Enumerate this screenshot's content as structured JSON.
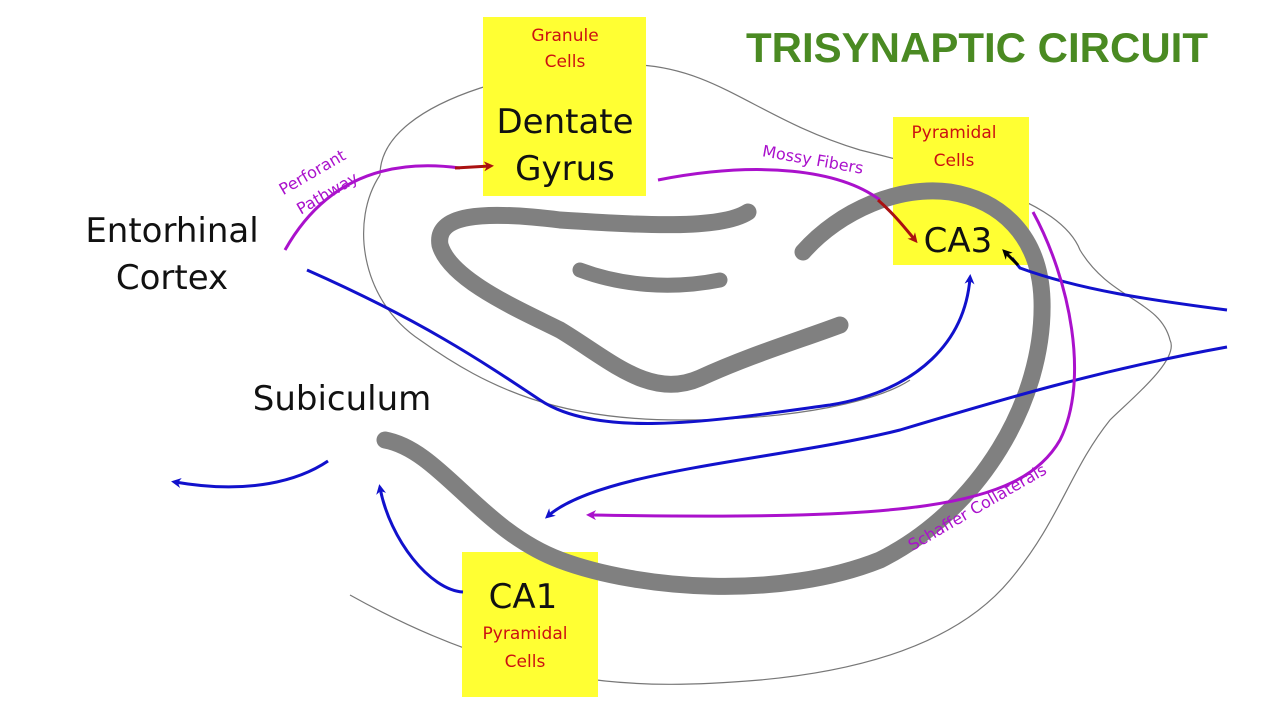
{
  "title": "TRISYNAPTIC CIRCUIT",
  "regions": {
    "dentate_line1": "Dentate",
    "dentate_line2": "Gyrus",
    "ca3": "CA3",
    "ca1": "CA1",
    "entorhinal_line1": "Entorhinal",
    "entorhinal_line2": "Cortex",
    "subiculum": "Subiculum"
  },
  "cells": {
    "granule_line1": "Granule",
    "granule_line2": "Cells",
    "ca3_pyramidal_line1": "Pyramidal",
    "ca3_pyramidal_line2": "Cells",
    "ca1_pyramidal_line1": "Pyramidal",
    "ca1_pyramidal_line2": "Cells"
  },
  "pathways": {
    "perforant_line1": "Perforant",
    "perforant_line2": "Pathway",
    "mossy": "Mossy Fibers",
    "schaffer": "Schaffer Collaterals"
  },
  "colors": {
    "title": "#4a8a22",
    "highlight": "#ffff33",
    "cell_text": "#cc1111",
    "pathway": "#aa11cc",
    "fiber": "#1111cc",
    "arrowhead_red": "#aa1111",
    "tissue": "#808080",
    "outline": "#777777"
  }
}
